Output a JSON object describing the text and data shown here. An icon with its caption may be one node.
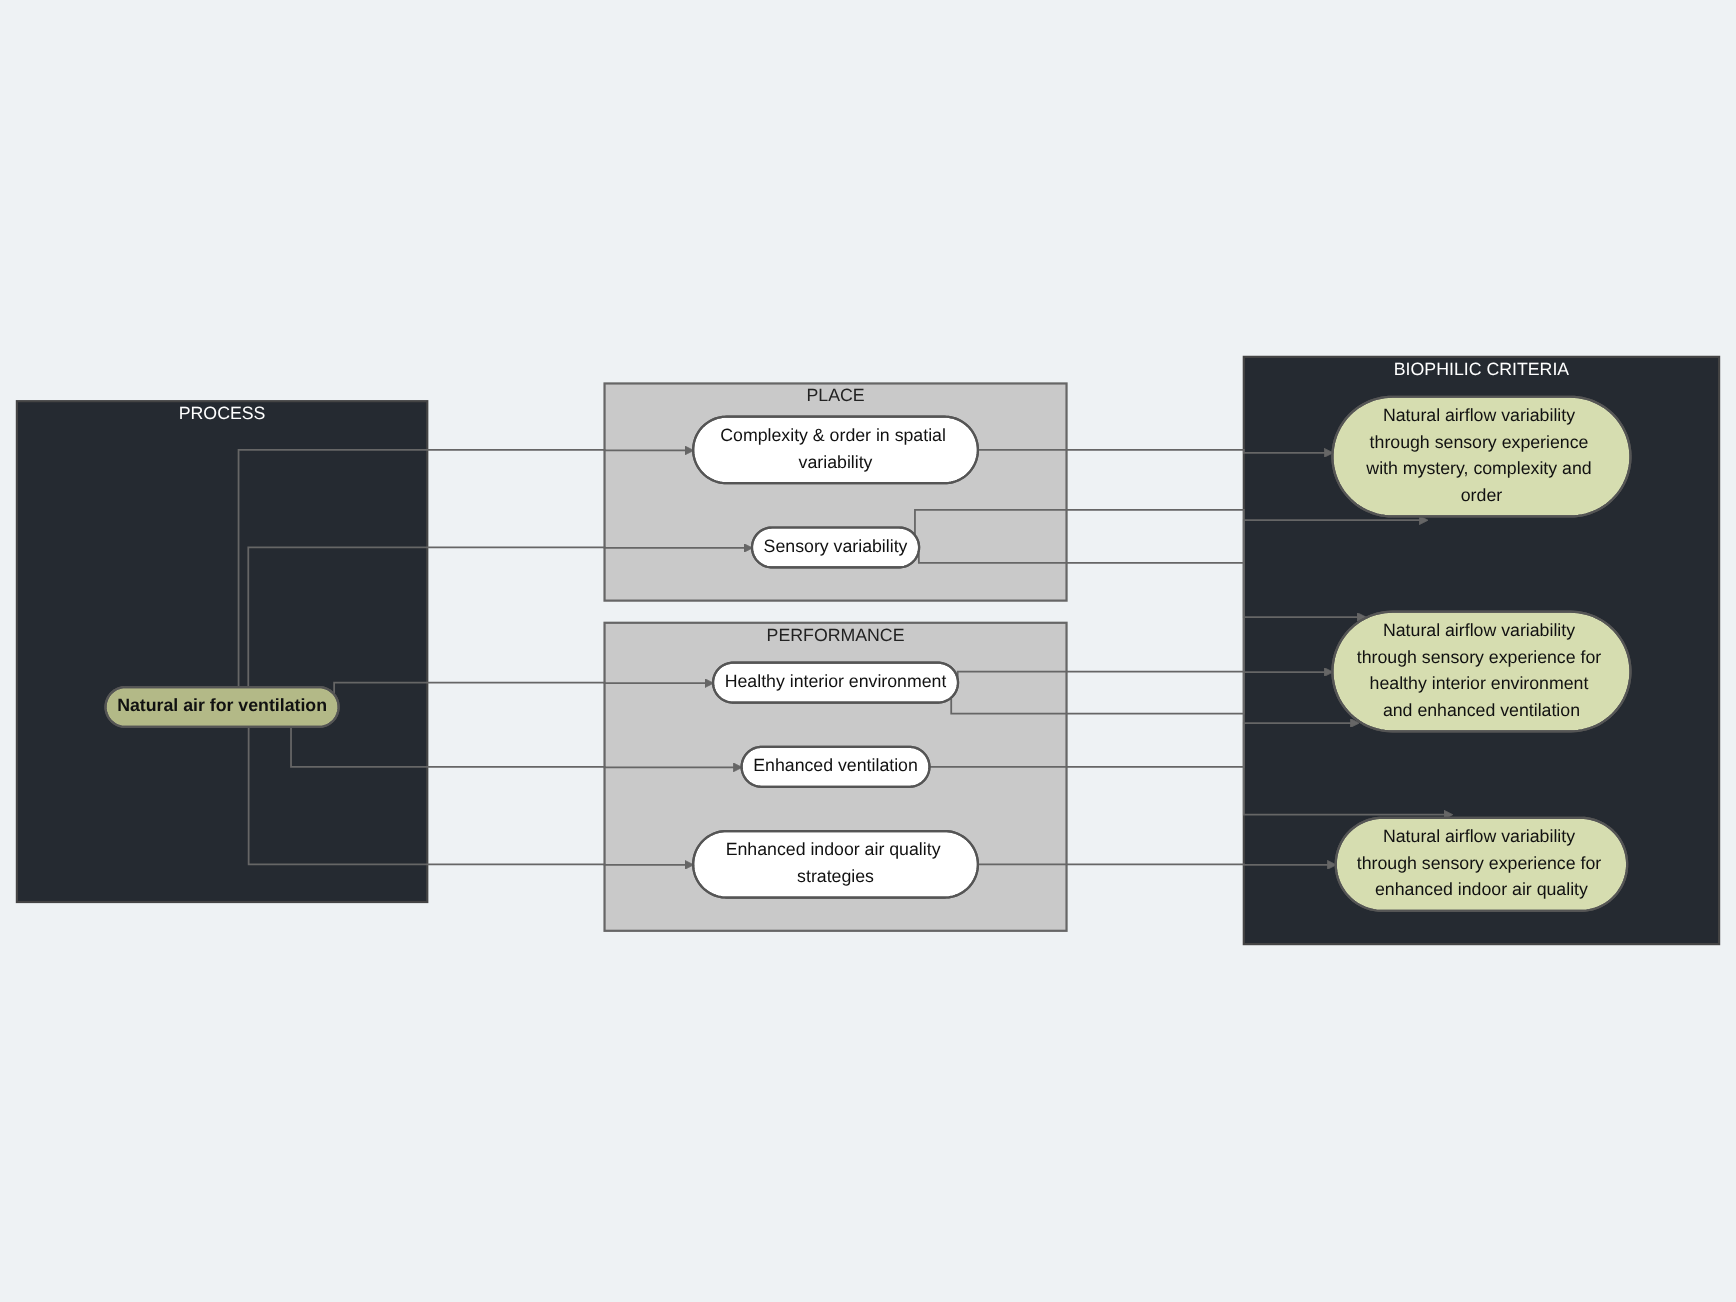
{
  "diagram": {
    "nodes": [
      {
        "text": [
          "PLACE"
        ]
      },
      {
        "text": [
          "Complexity & order in spatial variability"
        ],
        "in": 0
      },
      {
        "text": [
          "Sensory variability"
        ],
        "in": 0
      },
      {
        "text": [
          "PROCESS"
        ]
      },
      {
        "text": [
          "Natural air for ventilation"
        ],
        "in": 3
      },
      {
        "text": [
          "PERFORMANCE"
        ]
      },
      {
        "text": [
          "Healthy interior environment"
        ],
        "in": 5
      },
      {
        "text": [
          "Enhanced ventilation"
        ],
        "in": 5
      },
      {
        "text": [
          "Enhanced indoor air quality strategies"
        ],
        "in": 5
      },
      {
        "text": [
          "BIOPHILIC CRITERIA"
        ]
      },
      {
        "text": [
          "Natural airflow variability through sensory experience for enhanced indoor air quality"
        ],
        "in": 9
      },
      {
        "text": [
          "Natural airflow variability through sensory experience for healthy interior environment and enhanced ventilation"
        ],
        "in": 9
      },
      {
        "text": [
          "Natural airflow variability through sensory experience with mystery, complexity and order"
        ],
        "in": 9
      }
    ],
    "edges": [
      {
        "from": 4,
        "to": 1,
        "arrow": "to"
      },
      {
        "from": 4,
        "to": 2,
        "arrow": "to"
      },
      {
        "from": 4,
        "to": 6,
        "arrow": "to"
      },
      {
        "from": 4,
        "to": 7,
        "arrow": "to"
      },
      {
        "from": 4,
        "to": 8,
        "arrow": "to"
      },
      {
        "from": 8,
        "to": 10,
        "arrow": "to"
      },
      {
        "from": 2,
        "to": 10,
        "arrow": "to"
      },
      {
        "from": 2,
        "to": 11,
        "arrow": "to"
      },
      {
        "from": 6,
        "to": 11,
        "arrow": "to"
      },
      {
        "from": 7,
        "to": 11,
        "arrow": "to"
      },
      {
        "from": 6,
        "to": 12,
        "arrow": "to"
      },
      {
        "from": 1,
        "to": 12,
        "arrow": "to"
      }
    ]
  }
}
